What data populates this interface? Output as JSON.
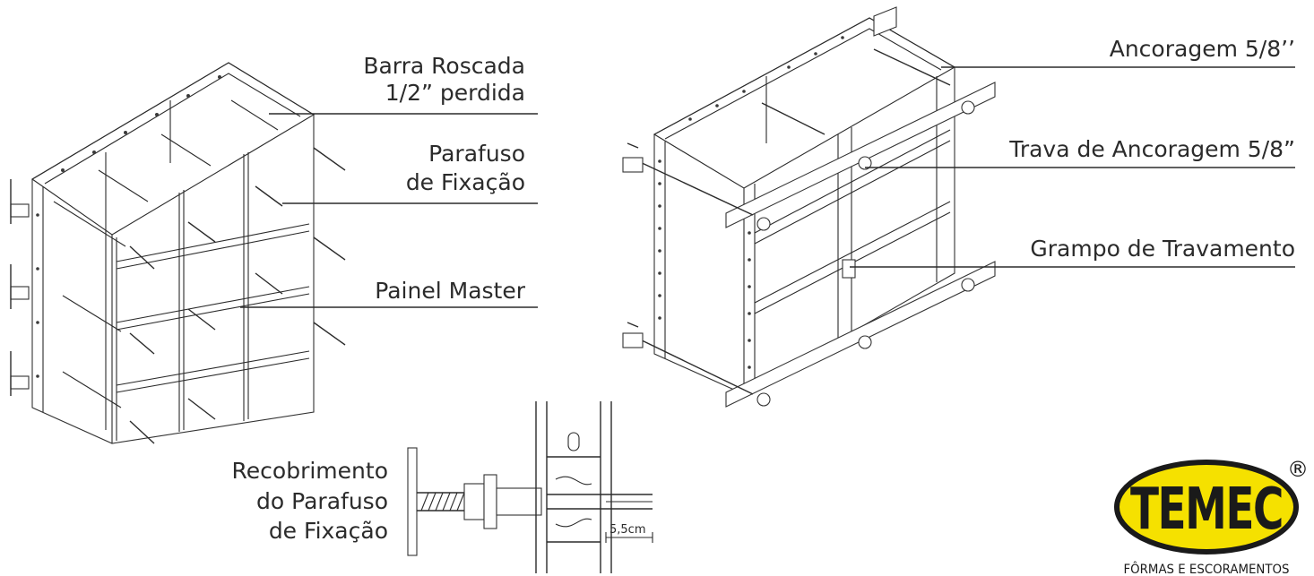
{
  "labels": {
    "barra_roscada_1": "Barra Roscada",
    "barra_roscada_2": "1/2” perdida",
    "parafuso_1": "Parafuso",
    "parafuso_2": "de Fixação",
    "painel_master": "Painel Master",
    "ancoragem": "Ancoragem 5/8’’",
    "trava": "Trava de Ancoragem 5/8”",
    "grampo": "Grampo de Travamento",
    "recobrimento_1": "Recobrimento",
    "recobrimento_2": "do Parafuso",
    "recobrimento_3": "de Fixação",
    "dimension": "5,5cm"
  },
  "logo": {
    "brand": "TEMEC",
    "tagline": "FÔRMAS E ESCORAMENTOS",
    "registered": "®",
    "colors": {
      "fill": "#f5e100",
      "outline": "#1a1a1a",
      "text": "#1a1a1a"
    }
  }
}
